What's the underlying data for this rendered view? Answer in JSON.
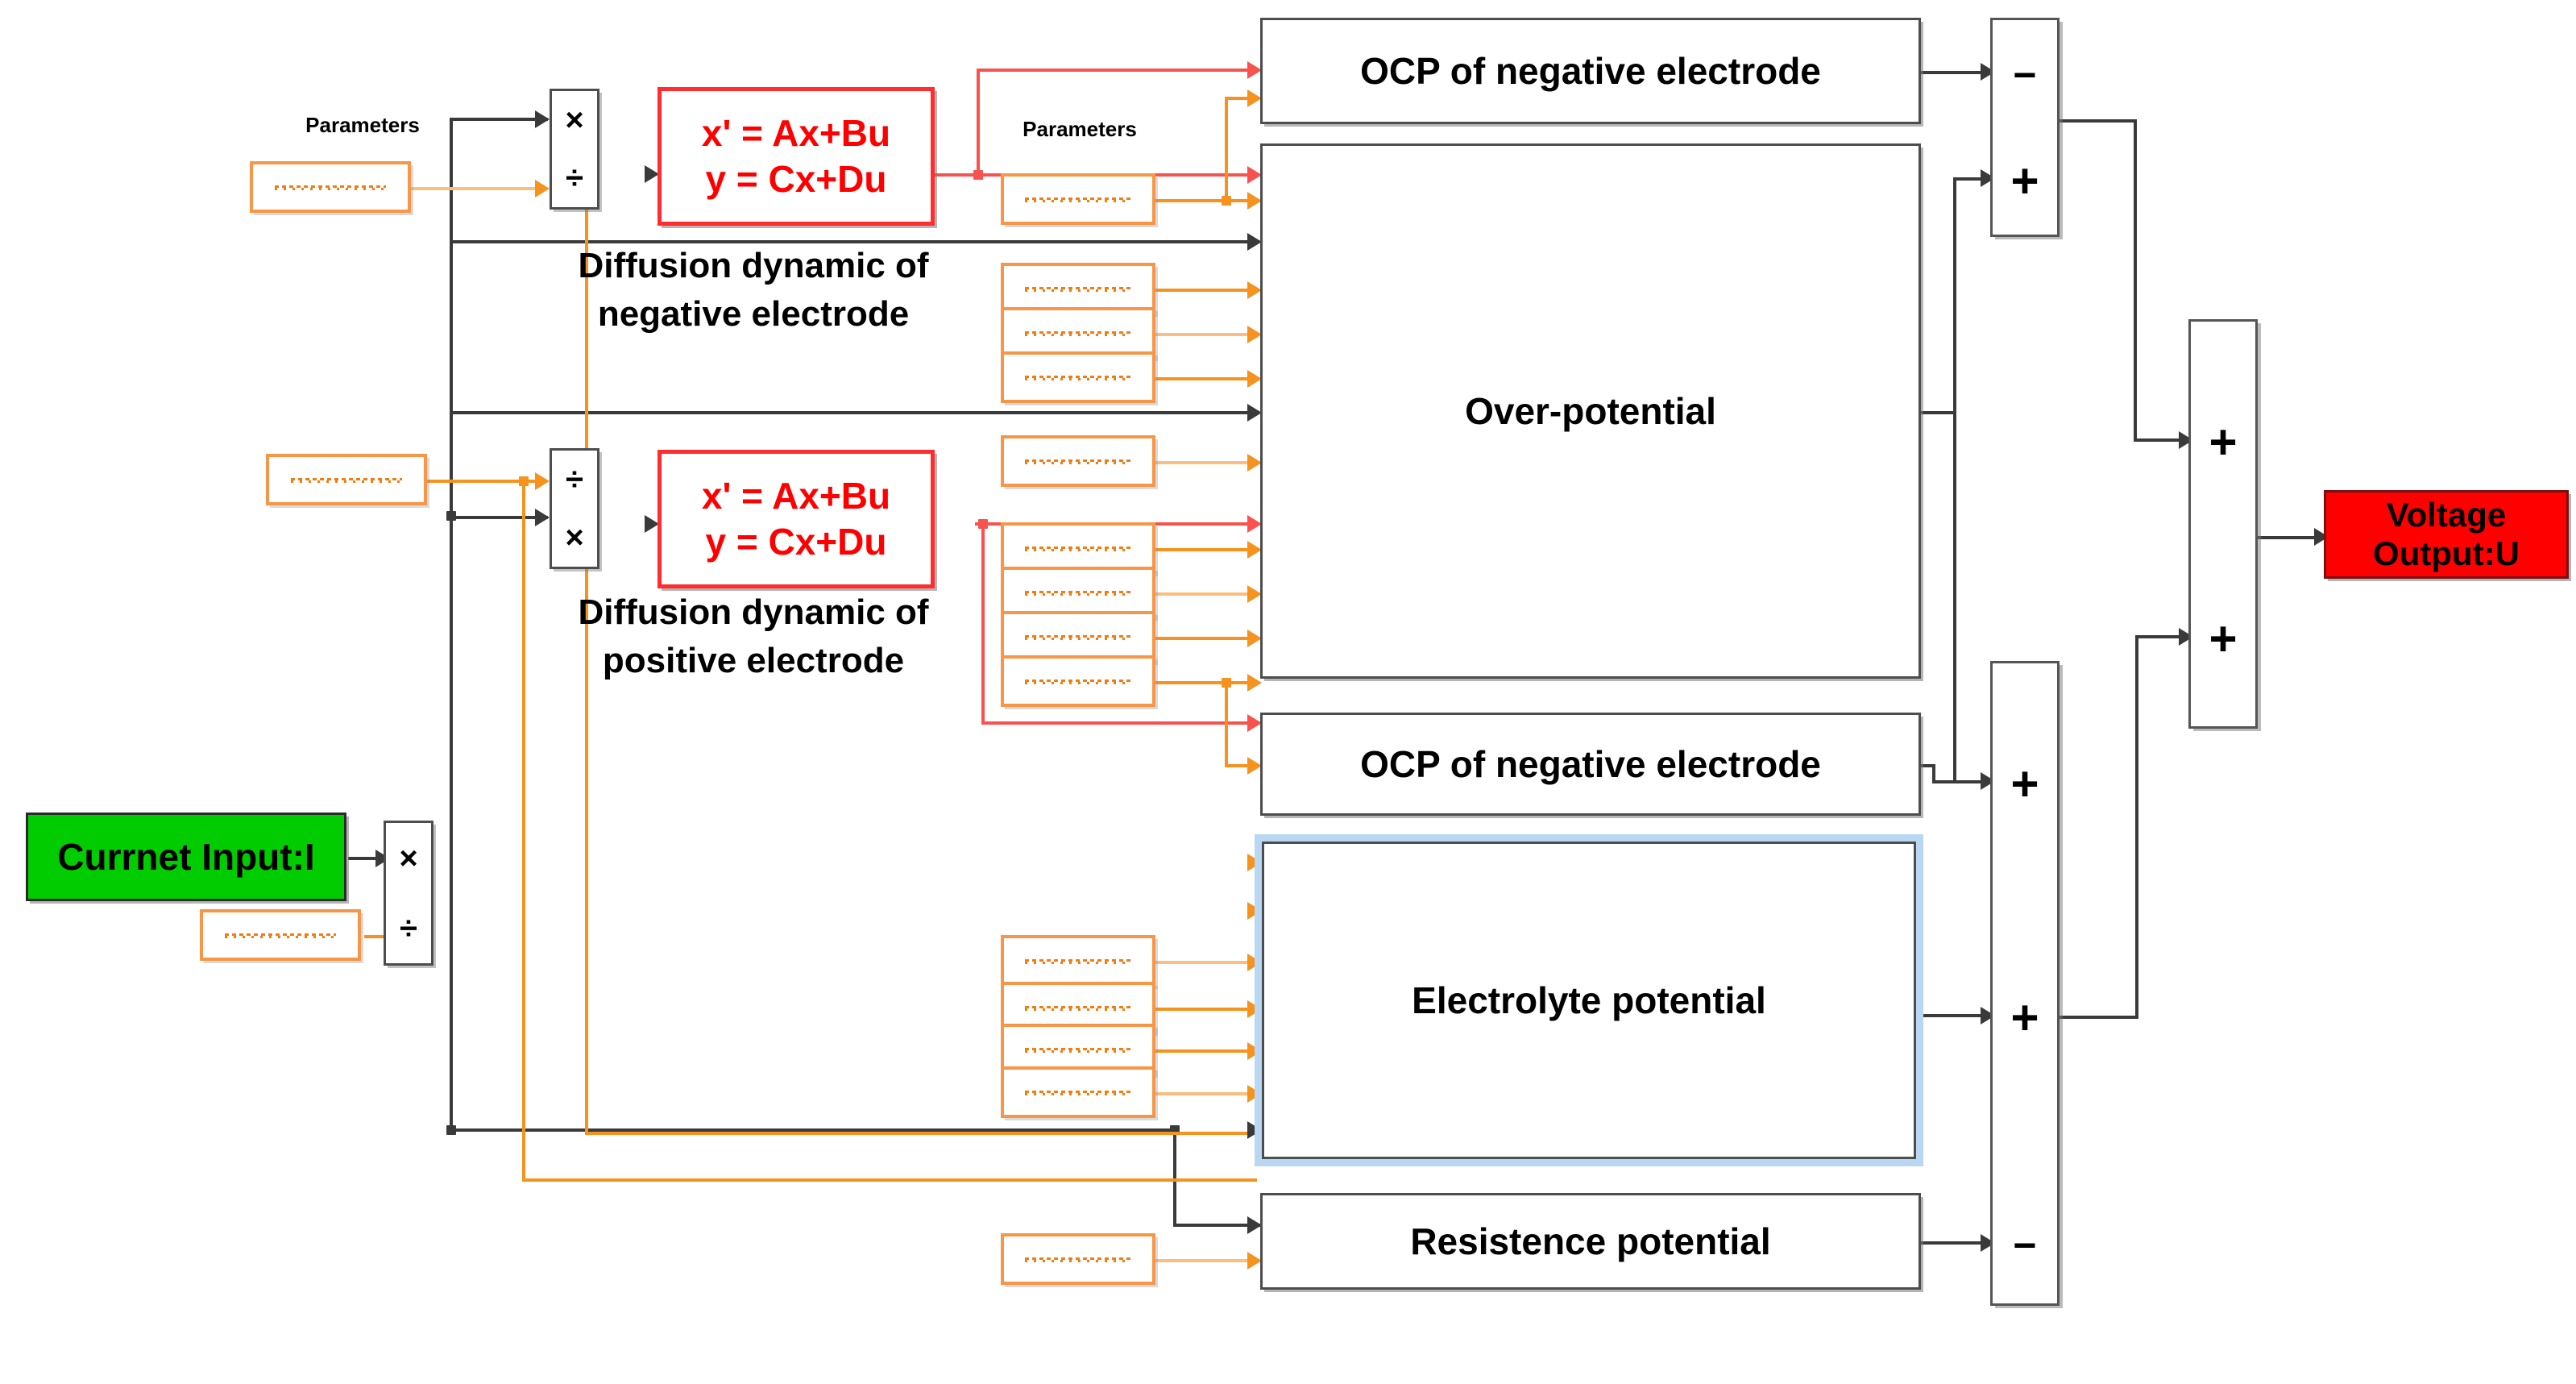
{
  "diagram": {
    "title": "Single Particle Model battery block diagram",
    "colors": {
      "wire_black": "#3a3a3a",
      "wire_orange": "#f5931e",
      "wire_red": "#f8524f",
      "block_border": "#4d4d4d",
      "param_border": "#f79646",
      "state_space_border": "#ff2d2d",
      "state_space_text": "#ff0000",
      "input_fill": "#00cc00",
      "output_fill": "#ff0000",
      "selection_halo": "#b9d7f2"
    }
  },
  "io": {
    "current_input": "Currnet Input:I",
    "voltage_output": "Voltage Output:U"
  },
  "annotations": {
    "parameters_left": "Parameters",
    "parameters_mid": "Parameters",
    "diffusion_negative": "Diffusion dynamic of\nnegative electrode",
    "diffusion_negative_line1": "Diffusion dynamic of",
    "diffusion_negative_line2": "negative electrode",
    "diffusion_positive_line1": "Diffusion dynamic of",
    "diffusion_positive_line2": "positive electrode"
  },
  "state_space": {
    "line1": "x' = Ax+Bu",
    "line2": "y = Cx+Du",
    "blocks": [
      {
        "name": "negative-electrode-state-space"
      },
      {
        "name": "positive-electrode-state-space"
      }
    ]
  },
  "product_blocks": [
    {
      "name": "product-negative",
      "top": "×",
      "bottom": "÷"
    },
    {
      "name": "product-positive",
      "top": "÷",
      "bottom": "×"
    },
    {
      "name": "product-current",
      "top": "×",
      "bottom": "÷"
    }
  ],
  "subsystems": [
    {
      "name": "ocp-negative-top",
      "label": "OCP of negative electrode",
      "selected": false
    },
    {
      "name": "over-potential",
      "label": "Over-potential",
      "selected": false
    },
    {
      "name": "ocp-negative-bottom",
      "label": "OCP of negative electrode",
      "selected": false
    },
    {
      "name": "electrolyte-potential",
      "label": "Electrolyte potential",
      "selected": true
    },
    {
      "name": "resistence-potential",
      "label": "Resistence potential",
      "selected": false
    }
  ],
  "sum_blocks": [
    {
      "name": "sum-top",
      "signs": [
        "−",
        "+"
      ]
    },
    {
      "name": "sum-final",
      "signs": [
        "+",
        "+"
      ]
    },
    {
      "name": "sum-bottom",
      "signs": [
        "+",
        "+",
        "−"
      ]
    }
  ],
  "parameter_boxes": [
    {
      "name": "param-left-top",
      "group": "left"
    },
    {
      "name": "param-left-mid",
      "group": "left"
    },
    {
      "name": "param-left-current",
      "group": "left"
    },
    {
      "name": "param-neg-1",
      "group": "negative"
    },
    {
      "name": "param-neg-2",
      "group": "negative"
    },
    {
      "name": "param-neg-3",
      "group": "negative"
    },
    {
      "name": "param-neg-4",
      "group": "negative"
    },
    {
      "name": "param-pos-1",
      "group": "positive"
    },
    {
      "name": "param-pos-2",
      "group": "positive"
    },
    {
      "name": "param-pos-3",
      "group": "positive"
    },
    {
      "name": "param-pos-4",
      "group": "positive"
    },
    {
      "name": "param-pos-5",
      "group": "positive"
    },
    {
      "name": "param-elec-1",
      "group": "electrolyte"
    },
    {
      "name": "param-elec-2",
      "group": "electrolyte"
    },
    {
      "name": "param-elec-3",
      "group": "electrolyte"
    },
    {
      "name": "param-elec-4",
      "group": "electrolyte"
    },
    {
      "name": "param-resist-1",
      "group": "resistence"
    }
  ]
}
